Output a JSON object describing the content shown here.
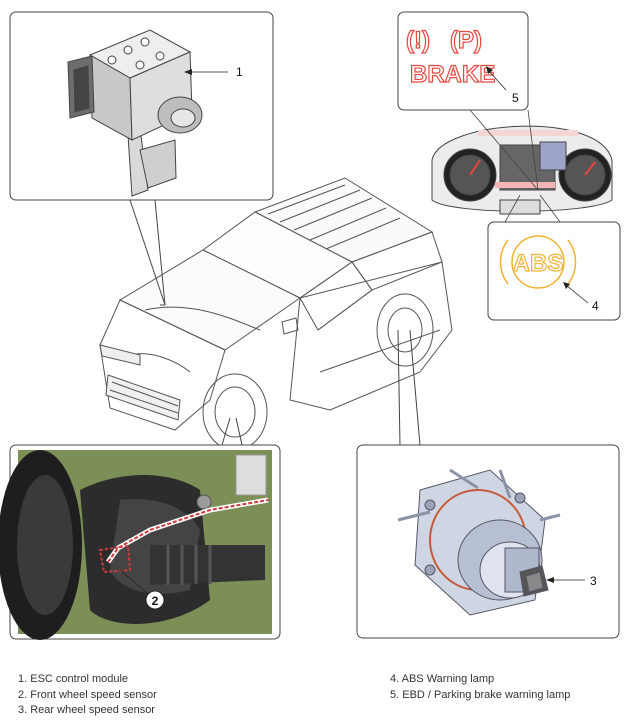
{
  "callouts": [
    "1",
    "2",
    "3",
    "4",
    "5"
  ],
  "lamps": {
    "brake_symbol_1": "(!)",
    "brake_symbol_2": "(P)",
    "brake_text": "BRAKE",
    "abs_text": "ABS"
  },
  "legend": {
    "items": [
      "1. ESC control module",
      "2. Front wheel speed sensor",
      "3. Rear wheel speed sensor",
      "4. ABS Warning lamp",
      "5. EBD / Parking brake warning lamp"
    ]
  },
  "colors": {
    "brake_red": "#e8473f",
    "abs_amber": "#f2b233",
    "line": "#333333",
    "photo_bg": "#7c8f57",
    "harness_red": "#d23b3b"
  }
}
